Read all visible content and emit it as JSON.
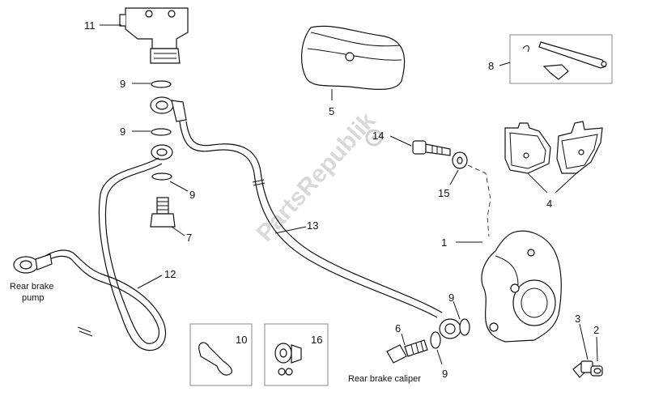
{
  "watermark": "PartsRepublik",
  "labels": {
    "n1": "1",
    "n2": "2",
    "n3": "3",
    "n4": "4",
    "n5": "5",
    "n6": "6",
    "n7": "7",
    "n8": "8",
    "n9a": "9",
    "n9b": "9",
    "n9c": "9",
    "n9d": "9",
    "n9e": "9",
    "n10": "10",
    "n11": "11",
    "n12": "12",
    "n13": "13",
    "n14": "14",
    "n15": "15",
    "n16": "16"
  },
  "captions": {
    "pump_line1": "Rear brake",
    "pump_line2": "pump",
    "caliper": "Rear brake caliper"
  }
}
